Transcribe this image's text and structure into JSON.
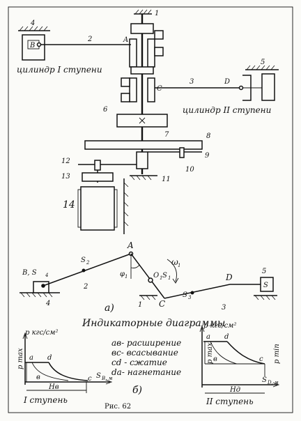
{
  "labels": {
    "part1": "1",
    "part2": "2",
    "part3": "3",
    "part4": "4",
    "part5": "5",
    "part6": "6",
    "part7": "7",
    "part8": "8",
    "part9": "9",
    "part10": "10",
    "part11": "11",
    "part12": "12",
    "part13": "13",
    "part14": "14",
    "pointA": "A",
    "pointB": "B",
    "pointC": "C",
    "pointD": "D",
    "cyl1": "цилиндр I ступени",
    "cyl2": "цилиндр II ступени"
  },
  "scheme": {
    "label_a": "а)",
    "title": "Индикаторные диаграммы",
    "A": "A",
    "B": "B, S",
    "B_sub": "4",
    "C": "C",
    "D": "D",
    "S2": "S",
    "S2_sub": "2",
    "S3": "S",
    "S3_sub": "3",
    "O": "O",
    "O_sub": "1",
    "S1": "S",
    "S1_sub": "1",
    "phi": "φ",
    "phi_sub": "1",
    "omega": "ω",
    "omega_sub": "1",
    "n1": "1",
    "n2": "2",
    "n3": "3",
    "n4": "4",
    "n5": "5"
  },
  "legend": {
    "ab": "ав- расширение",
    "bc": "вс- всасывание",
    "cd": "cd - сжатие",
    "da": "da- нагнетание"
  },
  "diagram1": {
    "ylabel": "p кгс/см²",
    "ymax": "p max",
    "xlabel": "S",
    "xlabel_sub": "B, м",
    "span": "Hв",
    "a": "a",
    "b": "в",
    "c": "c",
    "d": "d",
    "stage": "I ступень"
  },
  "diagram2": {
    "ylabel": "p кгс/см²",
    "ymax": "p max",
    "ymin": "p min",
    "xlabel": "S",
    "xlabel_sub": "D, м",
    "span": "Hд",
    "a": "a",
    "b": "в",
    "c": "c",
    "d": "d",
    "stage": "II ступень"
  },
  "label_b": "б)",
  "caption": "Рис. 62"
}
